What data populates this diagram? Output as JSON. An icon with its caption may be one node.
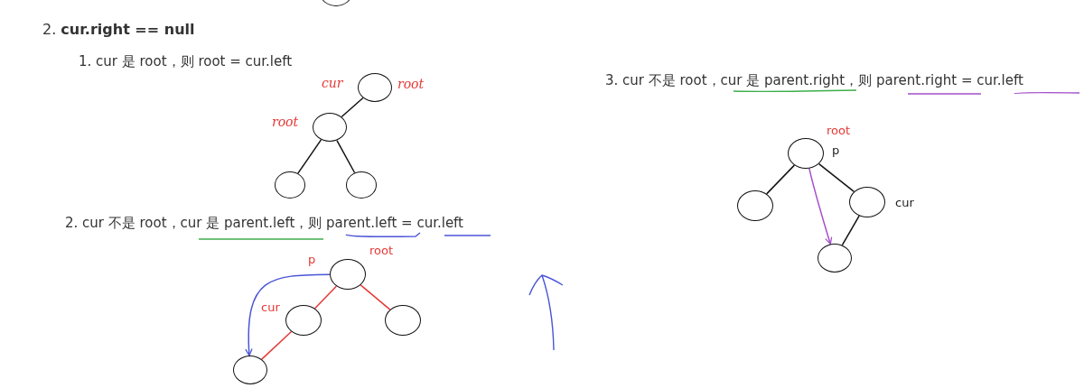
{
  "diagram": {
    "title": "2. **cur.right == null**",
    "nodes": [
      {
        "text": [],
        "shape": "circle"
      },
      {
        "text": [],
        "shape": "circle"
      },
      {
        "text": [],
        "shape": "circle"
      },
      {
        "text": [],
        "shape": "circle"
      },
      {
        "text": [],
        "shape": "circle"
      },
      {
        "text": [],
        "shape": "circle"
      },
      {
        "text": [],
        "shape": "circle"
      },
      {
        "text": [],
        "shape": "circle"
      },
      {
        "text": [],
        "shape": "circle"
      },
      {
        "text": [],
        "shape": "circle"
      },
      {
        "text": [],
        "shape": "circle"
      },
      {
        "text": [],
        "shape": "circle"
      },
      {
        "text": [],
        "shape": "circle"
      }
    ],
    "edges": [
      {
        "from": 1,
        "to": 2,
        "arrow": "none"
      },
      {
        "from": 2,
        "to": 3,
        "arrow": "none"
      },
      {
        "from": 2,
        "to": 4,
        "arrow": "none"
      },
      {
        "from": 5,
        "to": 6,
        "arrow": "none",
        "color": "#e53935"
      },
      {
        "from": 5,
        "to": 7,
        "arrow": "none",
        "color": "#e53935"
      },
      {
        "from": 6,
        "to": 8,
        "arrow": "none",
        "color": "#e53935"
      },
      {
        "from": 5,
        "to": 8,
        "arrow": "to",
        "color": "#4a55d6"
      },
      {
        "from": 9,
        "to": 10,
        "arrow": "none"
      },
      {
        "from": 9,
        "to": 11,
        "arrow": "none"
      },
      {
        "from": 11,
        "to": 12,
        "arrow": "none"
      },
      {
        "from": 9,
        "to": 12,
        "arrow": "to",
        "color": "#a54fc9"
      }
    ],
    "labels": [
      "1. cur 是 root，则 root = cur.left",
      "cur",
      "root",
      "root",
      "2. cur 不是 root，cur 是 parent.left，则 parent.left = cur.left",
      "root",
      "p",
      "cur",
      "3. cur 不是 root，cur 是 parent.right，则 parent.right = cur.left",
      "root",
      "p",
      "cur"
    ]
  }
}
